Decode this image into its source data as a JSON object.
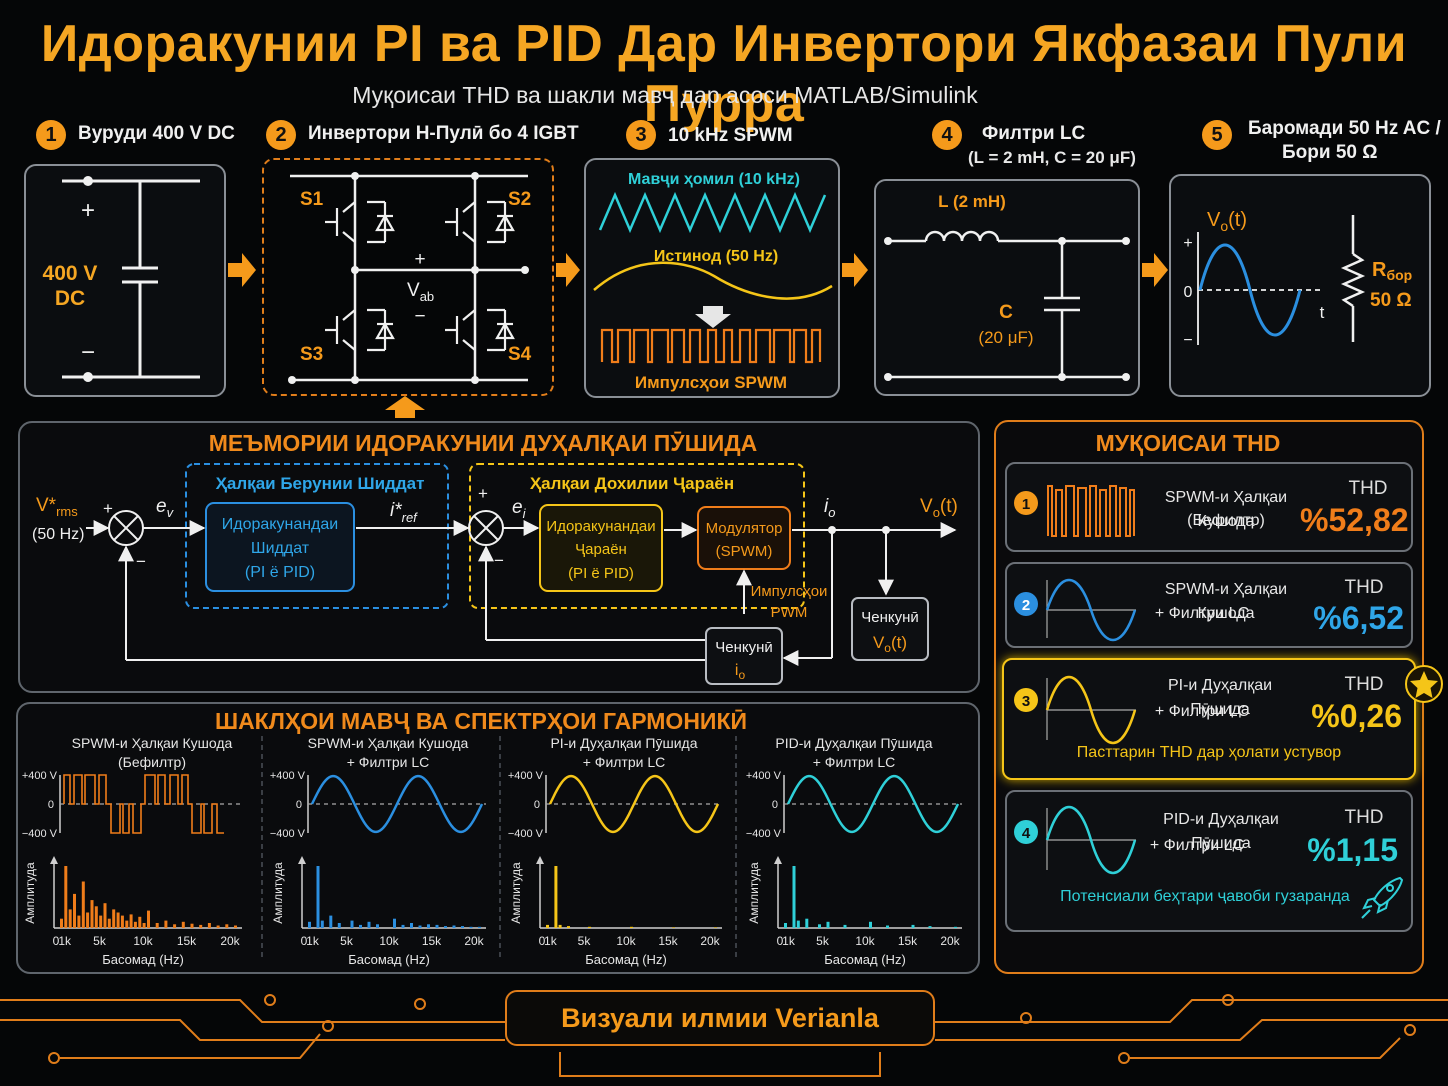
{
  "title": "Идоракунии PI ва PID Дар Инвертори Якфазаи Пули Пурра",
  "subtitle": "Муқоисаи THD ва шакли мавҷ дар асоси MATLAB/Simulink",
  "colors": {
    "orange": "#f59a1b",
    "yellow": "#f5c518",
    "blue": "#2b8fe0",
    "cyan": "#2fd0d8",
    "white": "#f0f0f0"
  },
  "steps": [
    {
      "num": "1",
      "label": "Вуруди 400 V DC"
    },
    {
      "num": "2",
      "label": "Инвертори H-Пулӣ бо 4 IGBT"
    },
    {
      "num": "3",
      "label": "10 kHz SPWM"
    },
    {
      "num": "4",
      "label": "Филтри LC",
      "sub": "(L = 2 mH, C = 20 μF)"
    },
    {
      "num": "5",
      "label": "Баромади 50 Hz AC /",
      "sub": "Бори 50 Ω"
    }
  ],
  "dc": {
    "plus": "+",
    "minus": "−",
    "value": "400 V",
    "unit": "DC"
  },
  "bridge": {
    "s1": "S1",
    "s2": "S2",
    "s3": "S3",
    "s4": "S4",
    "plus": "+",
    "minus": "−",
    "vab": "V",
    "vab_sub": "ab"
  },
  "spwm": {
    "carrier": "Мавҷи ҳомил (10 kHz)",
    "reference": "Истинод (50 Hz)",
    "pulses": "Импулсҳои SPWM"
  },
  "lc": {
    "l": "L (2 mH)",
    "c": "C",
    "c_val": "(20 μF)"
  },
  "out": {
    "vo": "V",
    "vo_sub": "o",
    "vo_t": "(t)",
    "plus": "+",
    "zero": "0",
    "minus": "−",
    "t": "t",
    "r": "R",
    "r_sub": "бор",
    "r_val": "50 Ω"
  },
  "control": {
    "heading": "МЕЪМОРИИ ИДОРАКУНИИ ДУҲАЛҚАИ ПӮШИДА",
    "vref": "V*",
    "vref_sub": "rms",
    "vref_freq": "(50 Hz)",
    "ev": "e",
    "ev_sub": "v",
    "ei": "e",
    "ei_sub": "i",
    "iref": "i*",
    "iref_sub": "ref",
    "io": "i",
    "io_sub": "o",
    "vo": "V",
    "vo_sub": "o",
    "vo_t": "(t)",
    "plus": "+",
    "minus": "−",
    "outer_loop": "Ҳалқаи Берунии Шиддат",
    "outer_ctrl": [
      "Идоракунандаи",
      "Шиддат",
      "(PI ё PID)"
    ],
    "inner_loop": "Ҳалқаи Дохилии Ҷараён",
    "inner_ctrl": [
      "Идоракунандаи",
      "Ҷараён",
      "(PI ё PID)"
    ],
    "modulator": [
      "Модулятор",
      "(SPWM)"
    ],
    "pwm": [
      "Импулсҳои",
      "PWM"
    ],
    "sense_v": [
      "Ченкунӣ",
      "V",
      "o",
      "(t)"
    ],
    "sense_i": [
      "Ченкунӣ",
      "i",
      "o"
    ]
  },
  "waves": {
    "heading": "ШАКЛҲОИ МАВҶ ВА СПЕКТРҲОИ ГАРМОНИКӢ",
    "ylabel": "Амплитуда",
    "xlabel": "Басомад (Hz)",
    "yticks": [
      "+400 V",
      "0",
      "−400 V"
    ],
    "xticks": [
      "0",
      "1k",
      "5k",
      "10k",
      "15k",
      "20k"
    ],
    "panels": [
      {
        "t1": "SPWM-и Ҳалқаи Кушода",
        "t2": "(Бефилтр)",
        "color": "#f07d1a"
      },
      {
        "t1": "SPWM-и Ҳалқаи Кушода",
        "t2": "+ Филтри LC",
        "color": "#2b8fe0"
      },
      {
        "t1": "PI-и Дуҳалқаи Пӯшида",
        "t2": "+ Филтри LC",
        "color": "#f5c518"
      },
      {
        "t1": "PID-и Дуҳалқаи Пӯшида",
        "t2": "+ Филтри LC",
        "color": "#2fd0d8"
      }
    ]
  },
  "chart_data": [
    {
      "type": "bar",
      "title": "SPWM-и Ҳалқаи Кушода (Бефилтр)",
      "xlabel": "Басомад (Hz)",
      "ylabel": "Амплитуда",
      "x": [
        0,
        500,
        1000,
        1500,
        2000,
        2500,
        3000,
        3500,
        4000,
        4500,
        5000,
        5500,
        6000,
        6500,
        7000,
        7500,
        8000,
        8500,
        9000,
        9500,
        10000,
        11000,
        12000,
        13000,
        14000,
        15000,
        16000,
        17000,
        18000,
        19000,
        20000
      ],
      "values": [
        0.15,
        1.0,
        0.3,
        0.55,
        0.2,
        0.75,
        0.25,
        0.45,
        0.35,
        0.2,
        0.4,
        0.15,
        0.3,
        0.25,
        0.2,
        0.12,
        0.22,
        0.1,
        0.18,
        0.08,
        0.28,
        0.08,
        0.12,
        0.06,
        0.1,
        0.07,
        0.05,
        0.08,
        0.04,
        0.06,
        0.04
      ]
    },
    {
      "type": "bar",
      "title": "SPWM-и Ҳалқаи Кушода + Филтри LC",
      "xlabel": "Басомад (Hz)",
      "ylabel": "Амплитуда",
      "x": [
        0,
        1000,
        1500,
        2500,
        3500,
        5000,
        6000,
        7000,
        8000,
        10000,
        11000,
        12000,
        13000,
        14000,
        15000,
        16000,
        17000,
        18000,
        19000,
        20000
      ],
      "values": [
        0.1,
        1.0,
        0.12,
        0.2,
        0.08,
        0.12,
        0.05,
        0.1,
        0.06,
        0.15,
        0.05,
        0.08,
        0.04,
        0.06,
        0.05,
        0.03,
        0.04,
        0.03,
        0.02,
        0.02
      ]
    },
    {
      "type": "bar",
      "title": "PI-и Дуҳалқаи Пӯшида + Филтри LC",
      "xlabel": "Басомад (Hz)",
      "ylabel": "Амплитуда",
      "x": [
        0,
        1000,
        1500,
        2500,
        5000,
        10000,
        15000,
        20000
      ],
      "values": [
        0.05,
        1.0,
        0.05,
        0.03,
        0.02,
        0.02,
        0.01,
        0.01
      ]
    },
    {
      "type": "bar",
      "title": "PID-и Дуҳалқаи Пӯшида + Филтри LC",
      "xlabel": "Басомад (Hz)",
      "ylabel": "Амплитуда",
      "x": [
        0,
        1000,
        1500,
        2500,
        4000,
        5000,
        7000,
        10000,
        12000,
        15000,
        17000,
        20000
      ],
      "values": [
        0.08,
        1.0,
        0.12,
        0.15,
        0.06,
        0.1,
        0.05,
        0.1,
        0.04,
        0.05,
        0.03,
        0.02
      ]
    }
  ],
  "thd": {
    "heading": "МУҚОИСАИ THD",
    "label": "THD",
    "cards": [
      {
        "num": "1",
        "l1": "SPWM-и Ҳалқаи Кушода",
        "l2": "(Бефилтр)",
        "value": "%52,82",
        "color": "#f07d1a",
        "note": ""
      },
      {
        "num": "2",
        "l1": "SPWM-и Ҳалқаи Кушода",
        "l2": "+ Филтри LC",
        "value": "%6,52",
        "color": "#2b8fe0",
        "note": ""
      },
      {
        "num": "3",
        "l1": "PI-и Дуҳалқаи Пӯшида",
        "l2": "+ Филтри LC",
        "value": "%0,26",
        "color": "#f5c518",
        "note": "Пасттарин THD дар ҳолати устувор"
      },
      {
        "num": "4",
        "l1": "PID-и Дуҳалқаи Пӯшида",
        "l2": "+ Филтри LC",
        "value": "%1,15",
        "color": "#2fd0d8",
        "note": "Потенсиали беҳтари ҷавоби гузаранда"
      }
    ]
  },
  "footer": "Визуали илмии Verianla"
}
